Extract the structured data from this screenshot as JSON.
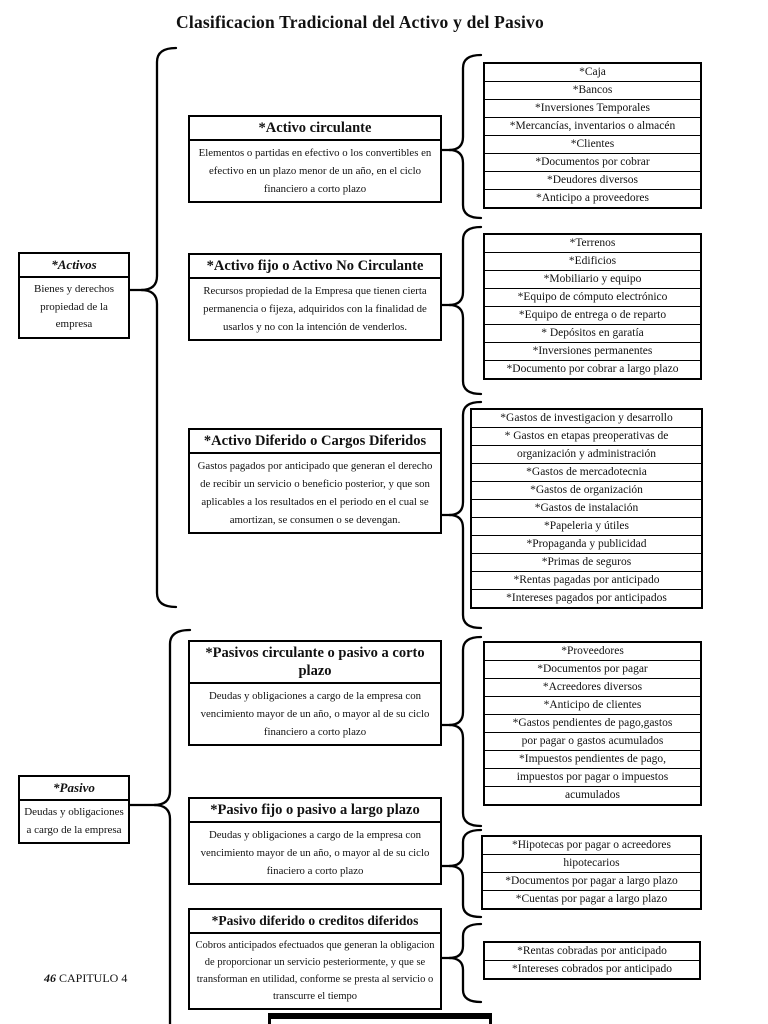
{
  "page": {
    "title": "Clasificacion Tradicional del Activo y del Pasivo",
    "footer": {
      "page_number": "46",
      "chapter": " CAPITULO 4"
    }
  },
  "roots": {
    "activos": {
      "title": "*Activos",
      "desc": "Bienes y derechos propiedad de la empresa"
    },
    "pasivo": {
      "title": "*Pasivo",
      "desc": "Deudas y obligaciones a cargo de la empresa"
    }
  },
  "categories": {
    "activo_circulante": {
      "title": "*Activo circulante",
      "desc": "Elementos o partidas en efectivo o los convertibles en efectivo en un plazo menor de un año, en el ciclo financiero a corto plazo"
    },
    "activo_fijo": {
      "title": "*Activo fijo o Activo No Circulante",
      "desc": "Recursos propiedad de la Empresa que tienen cierta permanencia o fijeza, adquiridos con la finalidad de usarlos y no con la intención de venderlos."
    },
    "activo_diferido": {
      "title": "*Activo Diferido o Cargos Diferidos",
      "desc": "Gastos pagados por anticipado que generan el derecho de recibir un servicio o beneficio posterior, y que son aplicables a los resultados en el periodo en el cual se amortizan, se consumen o se devengan."
    },
    "pasivo_circulante": {
      "title": "*Pasivos circulante o pasivo a corto plazo",
      "desc": "Deudas y obligaciones a cargo de la empresa con vencimiento mayor de un año, o mayor al de su ciclo financiero a corto plazo"
    },
    "pasivo_fijo": {
      "title": "*Pasivo fijo o pasivo a largo plazo",
      "desc": "Deudas y obligaciones a cargo de la empresa con vencimiento mayor de un año, o mayor al de su ciclo finaciero a corto plazo"
    },
    "pasivo_diferido": {
      "title": "*Pasivo diferido o creditos diferidos",
      "desc": "Cobros anticipados efectuados que generan la obligacion de proporcionar un servicio pesteriormente, y que se transforman en utilidad, conforme  se presta al servicio o transcurre el tiempo"
    }
  },
  "lists": {
    "activo_circulante": {
      "rows": [
        "*Caja",
        "*Bancos",
        "*Inversiones Temporales",
        "*Mercancías, inventarios o almacén",
        "*Clientes",
        "*Documentos por cobrar",
        "*Deudores diversos",
        "*Anticipo a proveedores"
      ]
    },
    "activo_fijo": {
      "rows": [
        "*Terrenos",
        "*Edificios",
        "*Mobiliario y equipo",
        "*Equipo de cómputo electrónico",
        "*Equipo de entrega o de reparto",
        "* Depósitos en garatía",
        "*Inversiones permanentes",
        "*Documento por cobrar a largo plazo"
      ]
    },
    "activo_diferido": {
      "rows": [
        "*Gastos de investigacion y desarrollo",
        "* Gastos en etapas preoperativas de",
        "organización y administración",
        "*Gastos de mercadotecnia",
        "*Gastos de organización",
        "*Gastos de instalación",
        "*Papeleria y útiles",
        "*Propaganda y publicidad",
        "*Primas de seguros",
        "*Rentas pagadas por anticipado",
        "*Intereses pagados por anticipados"
      ]
    },
    "pasivo_circulante": {
      "rows": [
        "*Proveedores",
        "*Documentos por pagar",
        "*Acreedores diversos",
        "*Anticipo de clientes",
        "*Gastos pendientes de pago,gastos",
        "por pagar o gastos acumulados",
        "*Impuestos pendientes de pago,",
        "impuestos por pagar o impuestos",
        "acumulados"
      ]
    },
    "pasivo_fijo": {
      "rows": [
        "*Hipotecas por pagar o acreedores",
        "hipotecarios",
        "*Documentos por pagar a largo plazo",
        "*Cuentas por pagar a largo plazo"
      ]
    },
    "pasivo_diferido": {
      "rows": [
        "*Rentas cobradas por anticipado",
        "*Intereses cobrados por anticipado"
      ]
    }
  }
}
